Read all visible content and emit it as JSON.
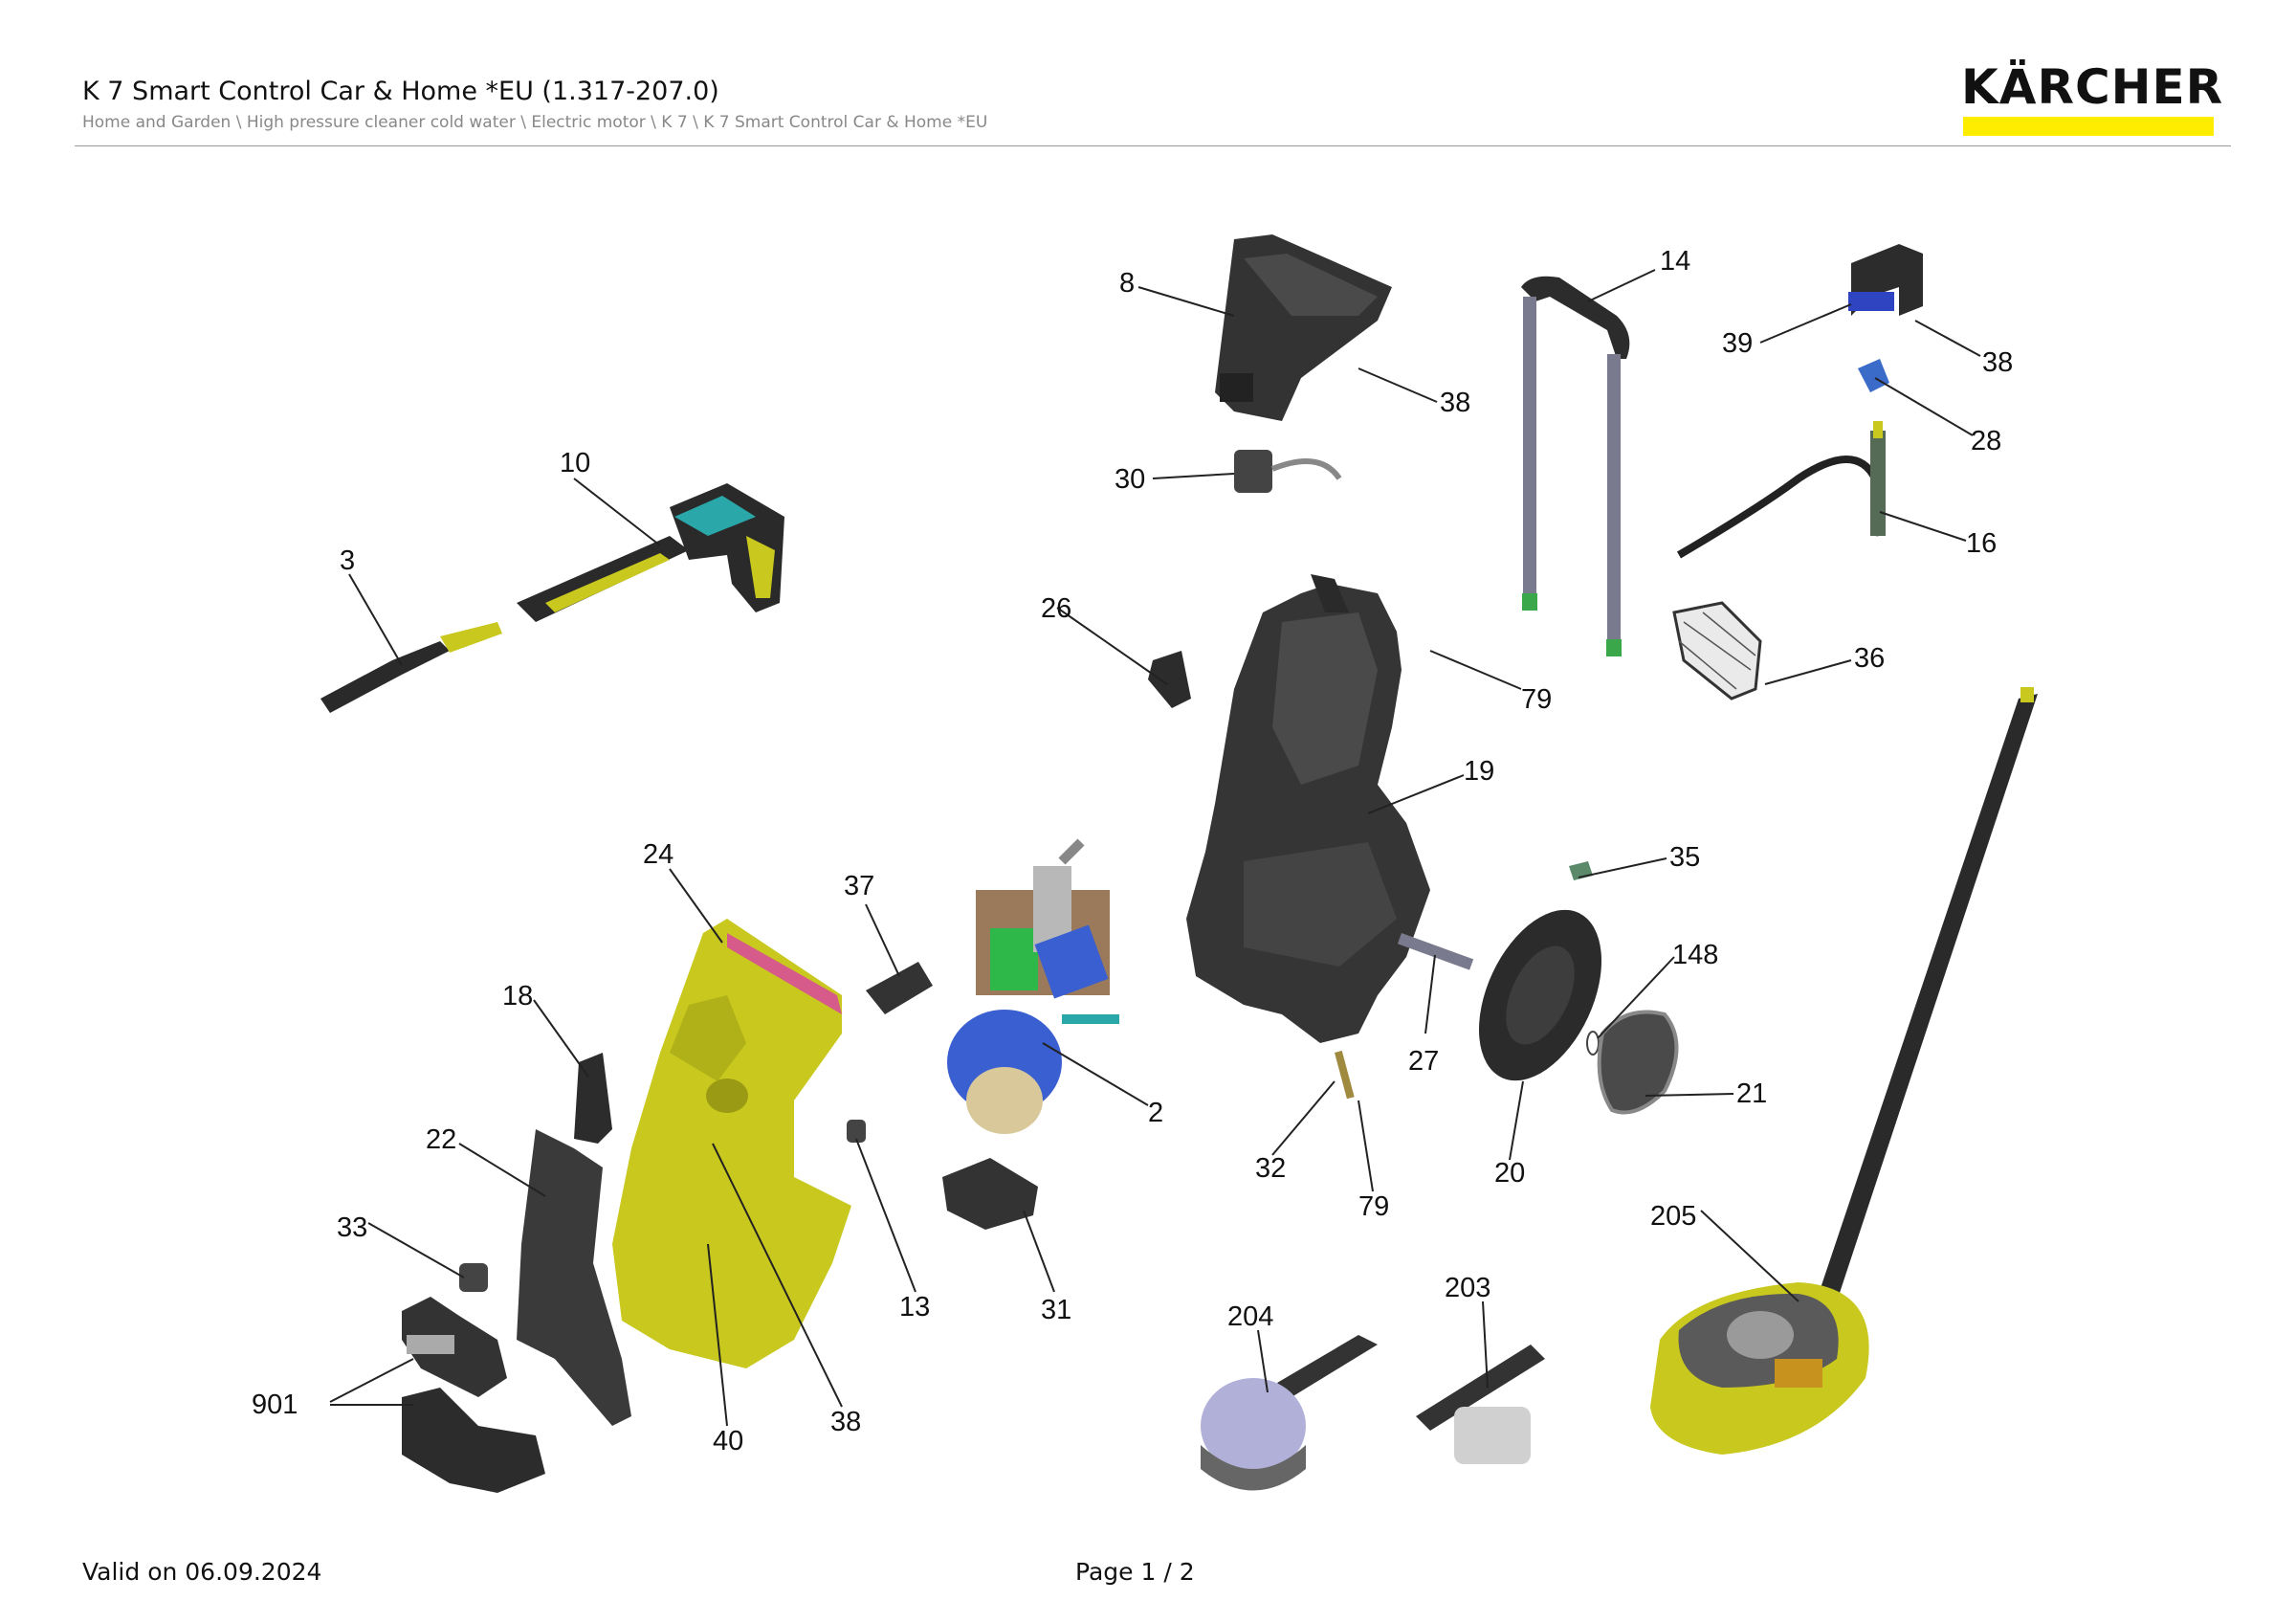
{
  "header": {
    "title": "K 7 Smart Control Car & Home *EU (1.317-207.0)",
    "breadcrumb": "Home and Garden \\ High pressure cleaner cold water \\ Electric motor \\ K 7 \\ K 7 Smart Control Car & Home *EU"
  },
  "brand": {
    "logo_text": "KÄRCHER",
    "accent_color": "#ffed00"
  },
  "footer": {
    "valid_on": "Valid on 06.09.2024",
    "page": "Page 1 / 2"
  },
  "callouts": [
    {
      "id": "c8",
      "label": "8"
    },
    {
      "id": "c14",
      "label": "14"
    },
    {
      "id": "c39",
      "label": "39"
    },
    {
      "id": "c38a",
      "label": "38"
    },
    {
      "id": "c38b",
      "label": "38"
    },
    {
      "id": "c28",
      "label": "28"
    },
    {
      "id": "c30",
      "label": "30"
    },
    {
      "id": "c10",
      "label": "10"
    },
    {
      "id": "c3",
      "label": "3"
    },
    {
      "id": "c16",
      "label": "16"
    },
    {
      "id": "c26",
      "label": "26"
    },
    {
      "id": "c36",
      "label": "36"
    },
    {
      "id": "c79a",
      "label": "79"
    },
    {
      "id": "c19",
      "label": "19"
    },
    {
      "id": "c24",
      "label": "24"
    },
    {
      "id": "c37",
      "label": "37"
    },
    {
      "id": "c35",
      "label": "35"
    },
    {
      "id": "c148",
      "label": "148"
    },
    {
      "id": "c18",
      "label": "18"
    },
    {
      "id": "c27",
      "label": "27"
    },
    {
      "id": "c21",
      "label": "21"
    },
    {
      "id": "c2",
      "label": "2"
    },
    {
      "id": "c22",
      "label": "22"
    },
    {
      "id": "c32",
      "label": "32"
    },
    {
      "id": "c20",
      "label": "20"
    },
    {
      "id": "c79b",
      "label": "79"
    },
    {
      "id": "c33",
      "label": "33"
    },
    {
      "id": "c205",
      "label": "205"
    },
    {
      "id": "c13",
      "label": "13"
    },
    {
      "id": "c31",
      "label": "31"
    },
    {
      "id": "c204",
      "label": "204"
    },
    {
      "id": "c203",
      "label": "203"
    },
    {
      "id": "c901",
      "label": "901"
    },
    {
      "id": "c40",
      "label": "40"
    },
    {
      "id": "c38c",
      "label": "38"
    }
  ],
  "colors": {
    "housing_yellow": "#c8c81e",
    "plastic_dark": "#3a3a3a",
    "motor_blue": "#3a5fd0",
    "pump_green": "#2fb84a"
  }
}
